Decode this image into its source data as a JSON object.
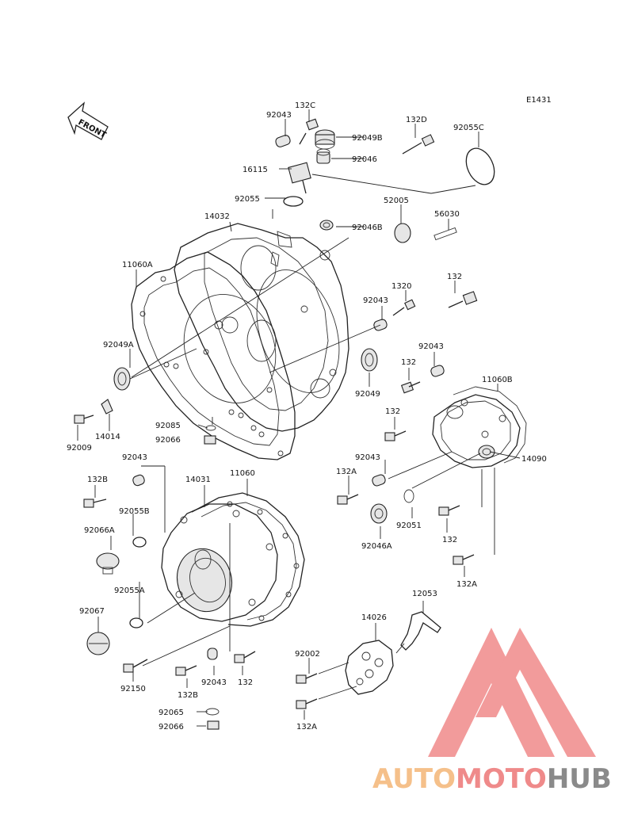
{
  "diagram_code": "E1431",
  "front_label": "FRONT",
  "watermark": {
    "part1": "AUTO",
    "part2": "MOTO",
    "part3": "HUB",
    "color_auto": "#f5c08a",
    "color_moto": "#ef8a8a",
    "color_hub": "#8a8a8a",
    "logo_color": "#f08a8a"
  },
  "callouts": {
    "c132C": "132C",
    "c92043_a": "92043",
    "c92049B": "92049B",
    "c132D": "132D",
    "c92055C": "92055C",
    "c92046": "92046",
    "c16115": "16115",
    "c92055": "92055",
    "c14032": "14032",
    "c52005": "52005",
    "c56030": "56030",
    "c92046B": "92046B",
    "c11060A": "11060A",
    "c132_a": "132",
    "c1320": "1320",
    "c92043_b": "92043",
    "c92049A": "92049A",
    "c92043_c": "92043",
    "c132_b": "132",
    "c92049": "92049",
    "c11060B": "11060B",
    "c14014": "14014",
    "c92009": "92009",
    "c92085": "92085",
    "c92066_a": "92066",
    "c132_c": "132",
    "c14090": "14090",
    "c92043_d": "92043",
    "c92043_e": "92043",
    "c132A_a": "132A",
    "c132B_a": "132B",
    "c14031": "14031",
    "c11060": "11060",
    "c92055B": "92055B",
    "c92051": "92051",
    "c92066A": "92066A",
    "c132_d": "132",
    "c92046A": "92046A",
    "c132A_b": "132A",
    "c92055A": "92055A",
    "c12053": "12053",
    "c92067": "92067",
    "c14026": "14026",
    "c92002": "92002",
    "c92150": "92150",
    "c92043_f": "92043",
    "c132_e": "132",
    "c132B_b": "132B",
    "c132A_c": "132A",
    "c92065": "92065",
    "c92066_b": "92066"
  }
}
